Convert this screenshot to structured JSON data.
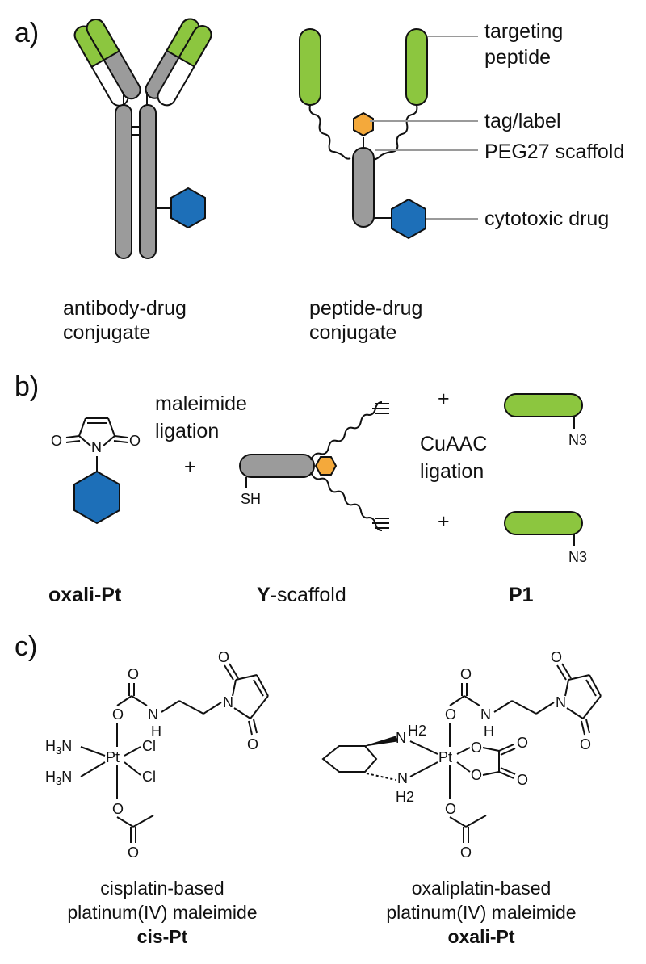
{
  "panels": {
    "a": "a)",
    "b": "b)",
    "c": "c)"
  },
  "panel_a": {
    "callouts": {
      "targeting_1": "targeting",
      "targeting_2": "peptide",
      "tag": "tag/label",
      "peg": "PEG27 scaffold",
      "drug": "cytotoxic drug"
    },
    "adc_caption_1": "antibody-drug",
    "adc_caption_2": "conjugate",
    "pdc_caption_1": "peptide-drug",
    "pdc_caption_2": "conjugate"
  },
  "panel_b": {
    "maleimide_1": "maleimide",
    "maleimide_2": "ligation",
    "plus": "+",
    "cuaac_1": "CuAAC",
    "cuaac_2": "ligation",
    "sh": "SH",
    "n3": "N3",
    "oxali_label": "oxali-Pt",
    "scaffold_label_bold": "Y",
    "scaffold_label_rest": "-scaffold",
    "p1_label": "P1",
    "o_atom": "O",
    "n_atom": "N"
  },
  "panel_c": {
    "atoms": {
      "O": "O",
      "N": "N",
      "H": "H",
      "H2": "H2",
      "NH": "NH",
      "H3N": "H3N",
      "Pt": "Pt",
      "Cl": "Cl"
    },
    "cis_caption_1": "cisplatin-based",
    "cis_caption_2": "platinum(IV) maleimide",
    "cis_caption_3": "cis-Pt",
    "oxali_caption_1": "oxaliplatin-based",
    "oxali_caption_2": "platinum(IV) maleimide",
    "oxali_caption_3": "oxali-Pt"
  },
  "colors": {
    "peptide_green": "#8cc63f",
    "drug_blue": "#1d6fb8",
    "tag_orange": "#f4a93b",
    "scaffold_gray": "#9b9b9b",
    "leader_gray": "#9a9a9a"
  }
}
